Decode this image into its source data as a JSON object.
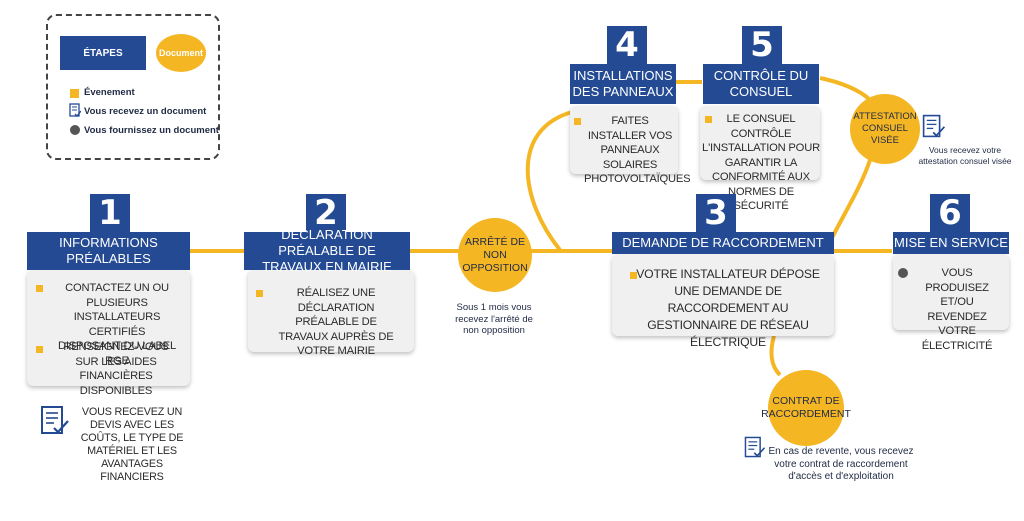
{
  "legend": {
    "steps_label": "ÉTAPES",
    "document_label": "Document",
    "event_label": "Évenement",
    "receive_label": "Vous recevez un document",
    "provide_label": "Vous fournissez un document"
  },
  "steps": [
    {
      "number": "1",
      "title": "Informations préalables",
      "items": [
        "Contactez un ou plusieurs installateurs certifiés disposant du label RGE",
        "Renseignez-vous sur les aides financières disponibles"
      ]
    },
    {
      "number": "2",
      "title": "Déclaration préalable de travaux en mairie",
      "items": [
        "Réalisez une déclaration préalable de travaux auprès de votre mairie"
      ]
    },
    {
      "number": "3",
      "title": "Demande de raccordement",
      "items": [
        "Votre installateur dépose une demande de raccordement au gestionnaire de réseau  électrique"
      ]
    },
    {
      "number": "4",
      "title": "Installations des panneaux",
      "items": [
        "Faites installer vos panneaux solaires photovoltaïques"
      ]
    },
    {
      "number": "5",
      "title": "Contrôle du consuel",
      "items": [
        "Le consuel contrôle l'installation pour garantir la conformité aux normes de sécurité"
      ]
    },
    {
      "number": "6",
      "title": "Mise en service",
      "items": [
        "Vous produisez et/ou revendez votre électricité"
      ]
    }
  ],
  "documents": {
    "devis": "Vous recevez un devis avec les coûts, le type de matériel et les avantages financiers",
    "arrete_circle": "Arrêté de non opposition",
    "arrete_note": "Sous 1 mois vous recevez l'arrêté de non opposition",
    "attestation_circle": "Attestation consuel visée",
    "attestation_note": "Vous recevez votre attestation consuel visée",
    "contrat_circle": "Contrat de raccordement",
    "contrat_note": "En cas de revente, vous recevez votre contrat de raccordement d'accès et d'exploitation"
  },
  "colors": {
    "navy": "#234a93",
    "yellow": "#f5b623",
    "card": "#f0f0f0",
    "grey_dot": "#555555"
  }
}
